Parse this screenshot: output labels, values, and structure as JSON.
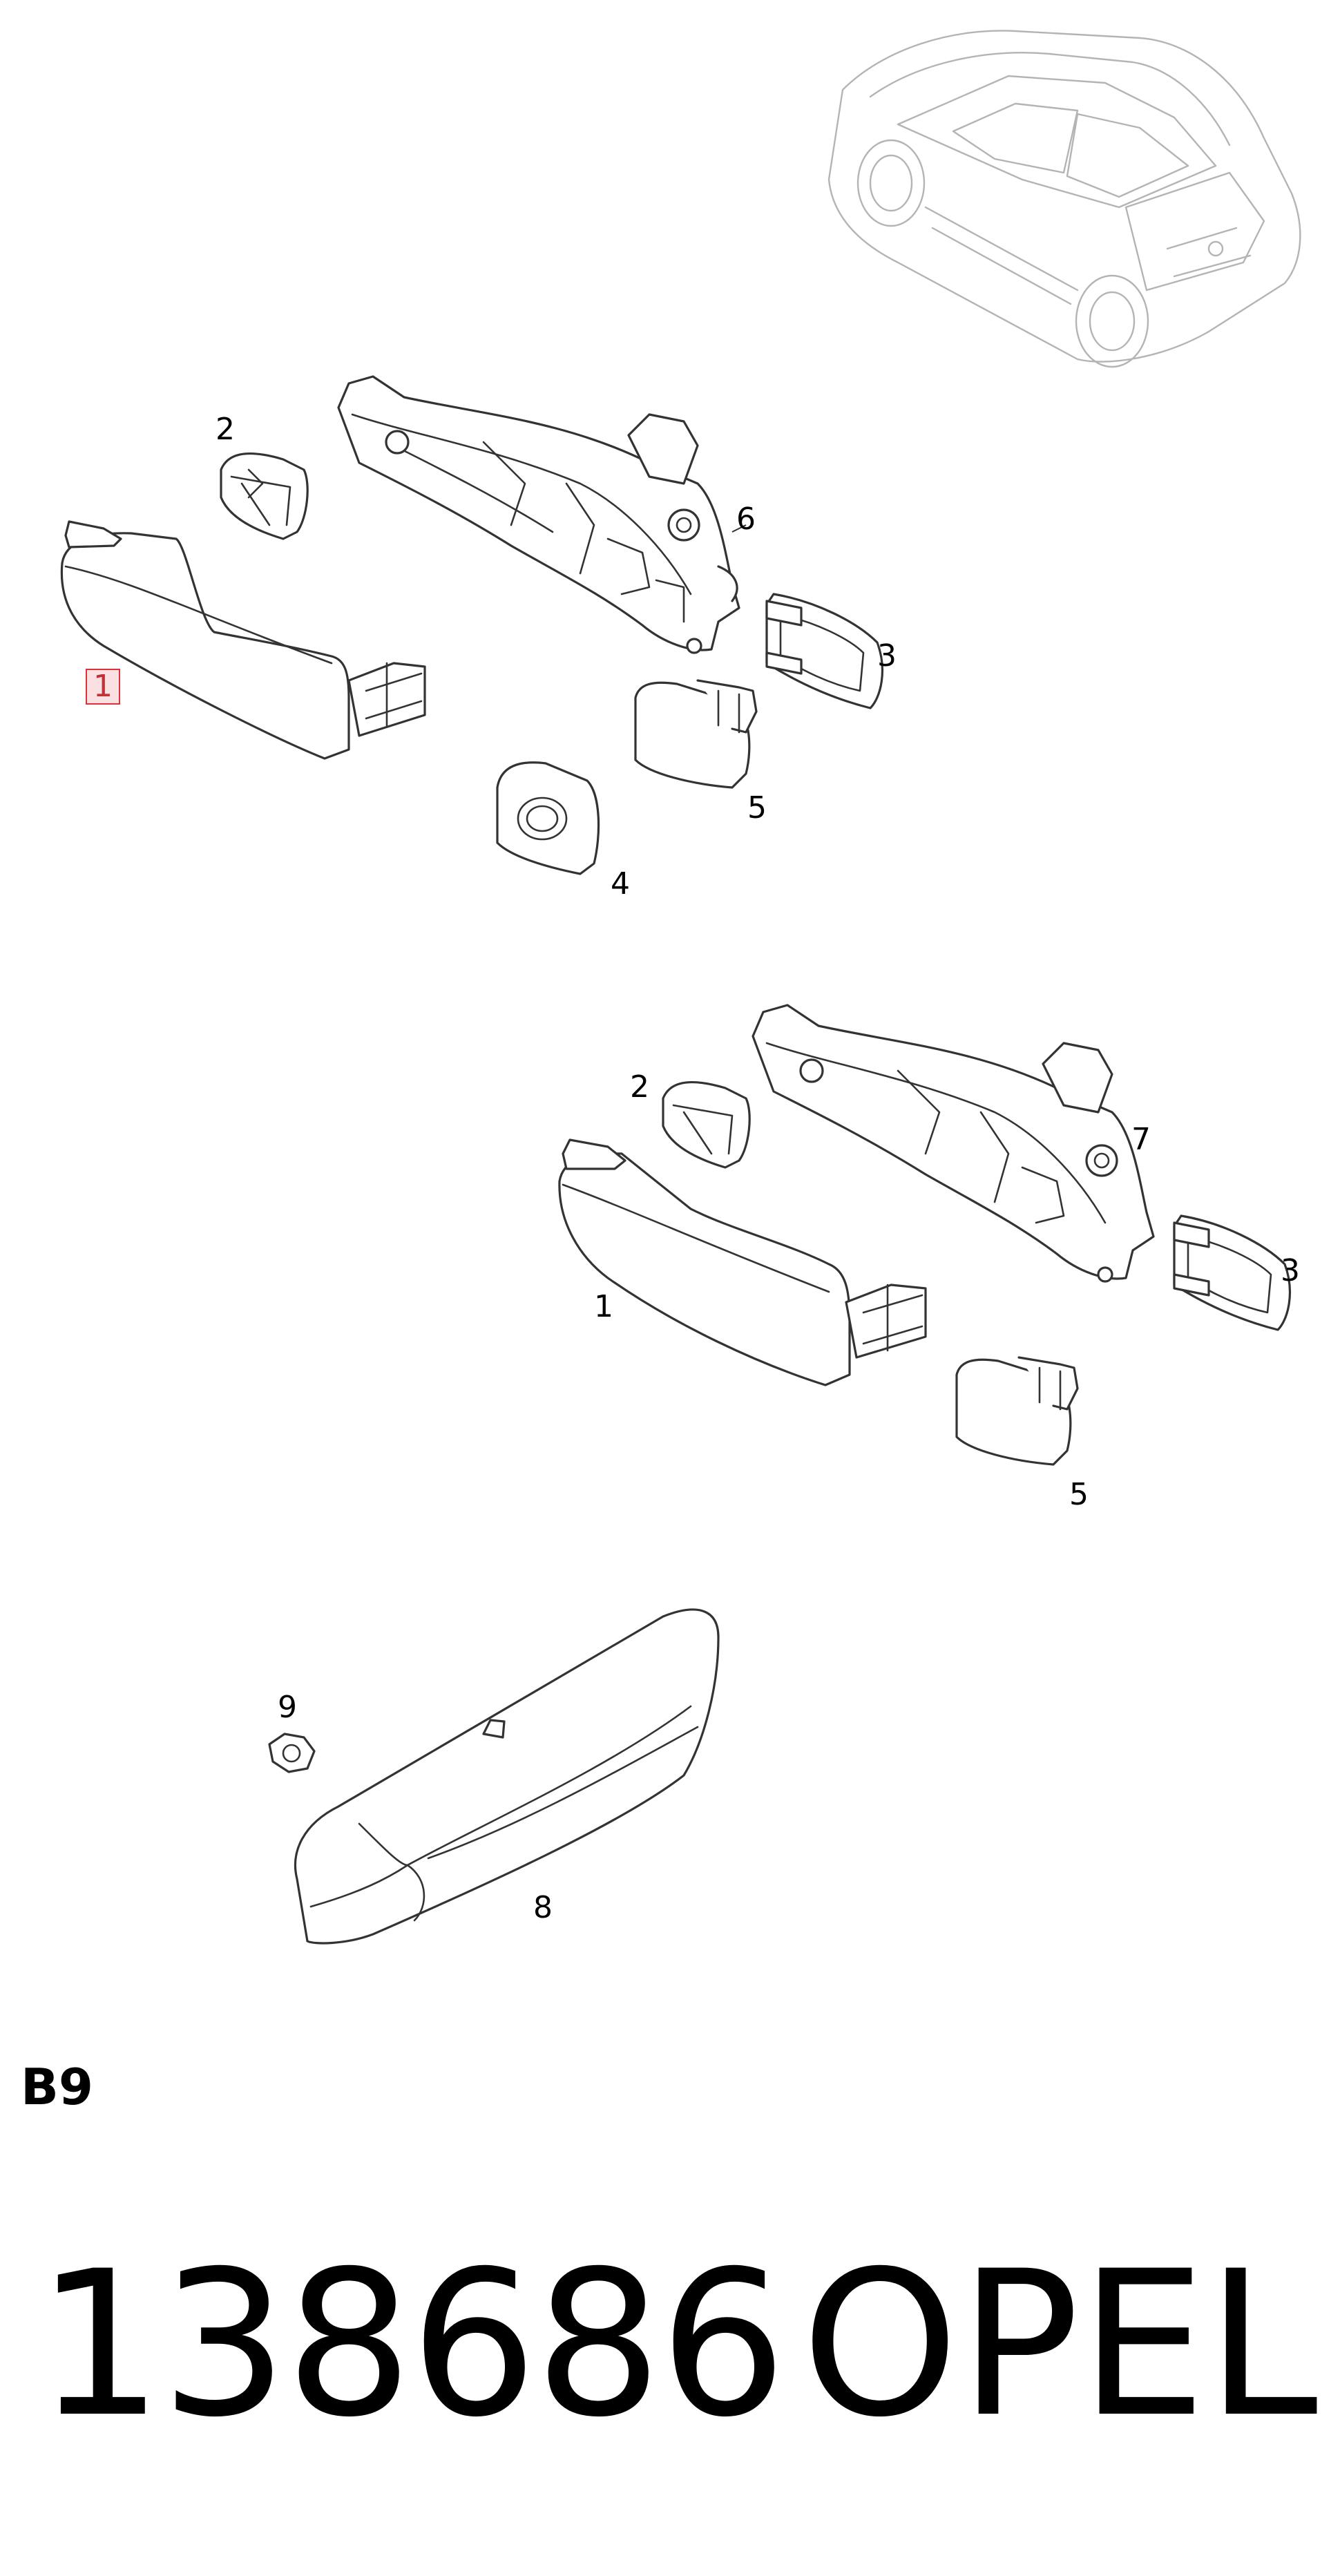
{
  "diagram": {
    "callouts": [
      {
        "id": "top-2",
        "label": "2"
      },
      {
        "id": "top-6",
        "label": "6"
      },
      {
        "id": "top-1",
        "label": "1",
        "highlighted": true
      },
      {
        "id": "top-3",
        "label": "3"
      },
      {
        "id": "top-5",
        "label": "5"
      },
      {
        "id": "top-4",
        "label": "4"
      },
      {
        "id": "mid-2",
        "label": "2"
      },
      {
        "id": "mid-7",
        "label": "7"
      },
      {
        "id": "mid-3",
        "label": "3"
      },
      {
        "id": "mid-1",
        "label": "1"
      },
      {
        "id": "mid-5",
        "label": "5"
      },
      {
        "id": "bot-9",
        "label": "9"
      },
      {
        "id": "bot-8",
        "label": "8"
      }
    ],
    "highlight_color": "#e0303a",
    "line_color": "#333333",
    "car_outline_color": "#b4b4b4"
  },
  "footer": {
    "section_code": "B9",
    "part_number": "138686",
    "brand": "OPEL"
  }
}
